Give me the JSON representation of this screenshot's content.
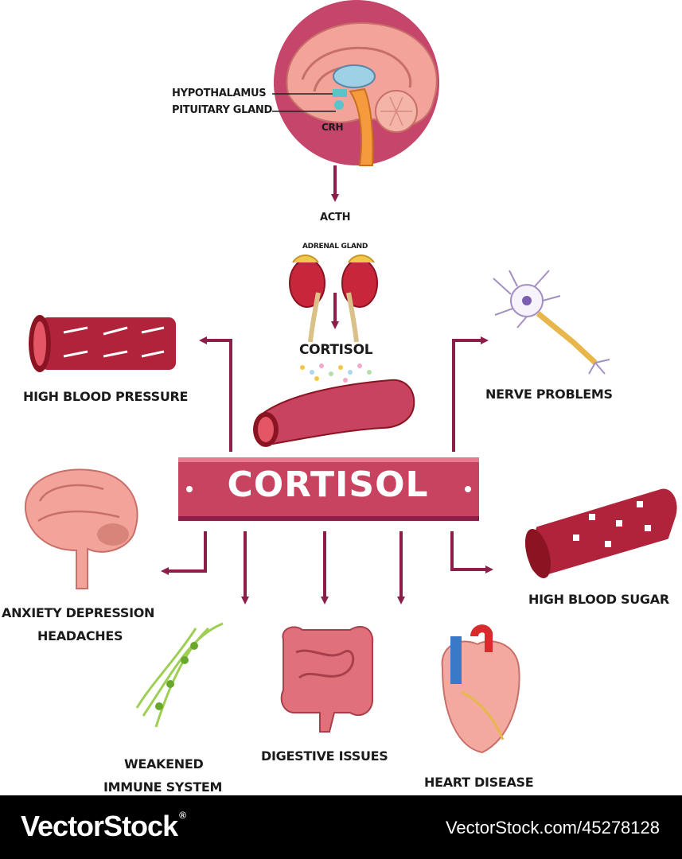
{
  "brain_labels": {
    "hypothalamus": "HYPOTHALAMUS",
    "pituitary": "PITUITARY GLAND",
    "crh": "CRH"
  },
  "acth": "ACTH",
  "adrenal_gland": "ADRENAL GLAND",
  "cortisol_small": "CORTISOL",
  "banner": "CORTISOL",
  "effects": {
    "high_blood_pressure": "HIGH BLOOD PRESSURE",
    "nerve_problems": "NERVE PROBLEMS",
    "anxiety_line1": "ANXIETY  DEPRESSION",
    "anxiety_line2": "HEADACHES",
    "high_blood_sugar": "HIGH BLOOD SUGAR",
    "weakened_line1": "WEAKENED",
    "weakened_line2": "IMMUNE SYSTEM",
    "digestive": "DIGESTIVE ISSUES",
    "heart": "HEART DISEASE"
  },
  "footer": {
    "logo": "VectorStock",
    "url": "VectorStock.com/45278128"
  },
  "colors": {
    "arrow": "#8c1e4a",
    "banner": "#c8435f",
    "brain_circle": "#c6456a"
  }
}
